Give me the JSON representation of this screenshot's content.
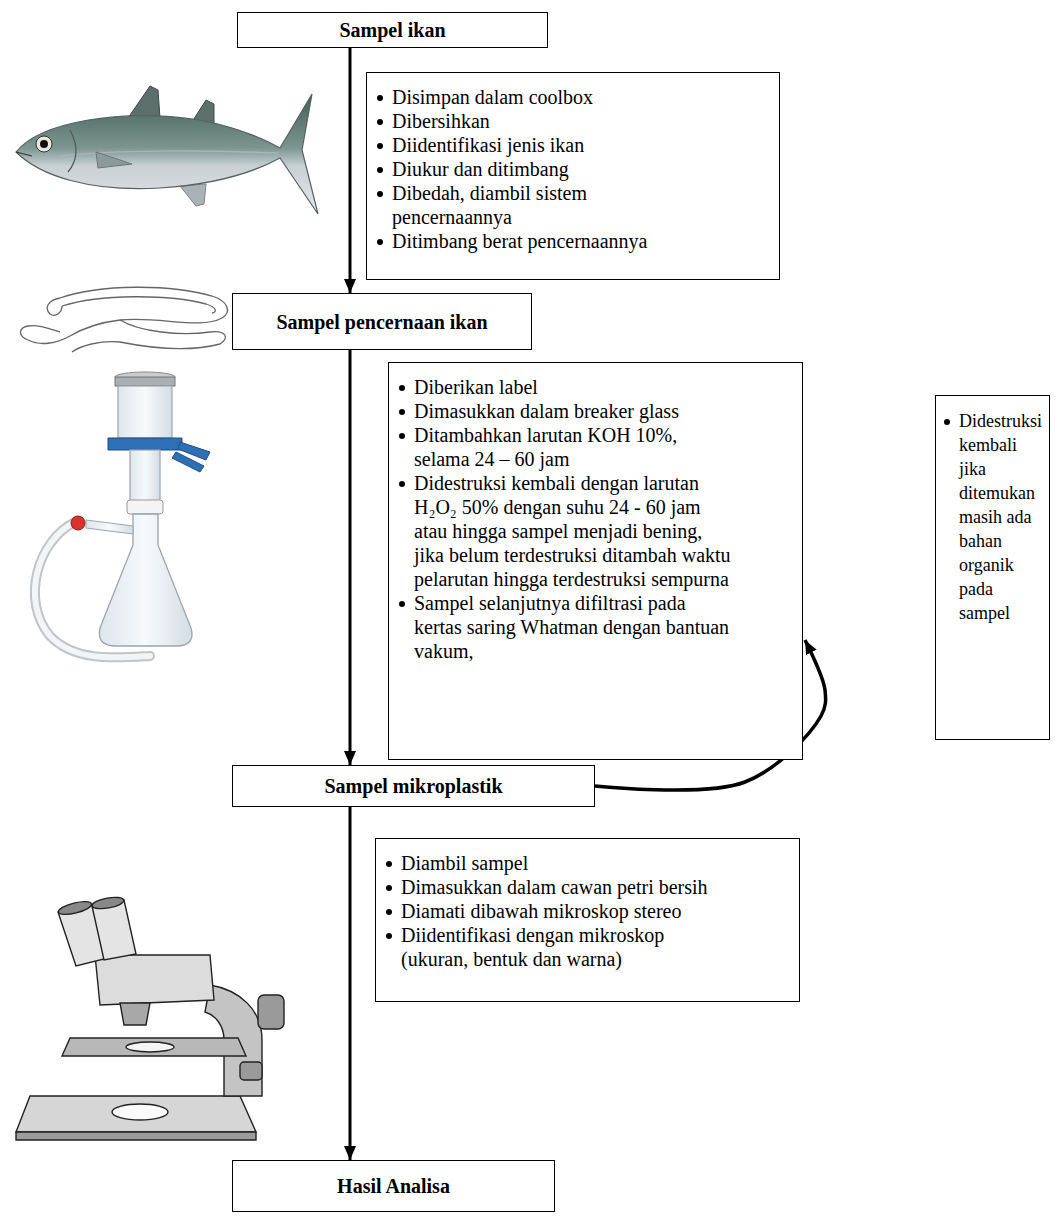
{
  "diagram": {
    "nodes": [
      {
        "text": [
          "Sampel ikan"
        ]
      },
      {
        "text": [
          "Disimpan dalam coolbox",
          "Dibersihkan",
          "Diidentifikasi jenis ikan",
          "Diukur dan ditimbang",
          "Dibedah, diambil sistem pencernaannya",
          "Ditimbang berat pencernaannya"
        ]
      },
      {
        "text": [
          "Sampel pencernaan ikan"
        ]
      },
      {
        "text": [
          "Diberikan label",
          "Dimasukkan dalam breaker glass",
          "Ditambahkan larutan KOH 10%, selama 24 – 60 jam",
          "Didestruksi kembali dengan larutan H₂O₂ 50% dengan suhu 24 - 60 jam atau hingga sampel menjadi bening, jika belum terdestruksi ditambah waktu pelarutan hingga terdestruksi sempurna",
          "Sampel selanjutnya difiltrasi pada kertas saring Whatman dengan bantuan vakum,"
        ]
      },
      {
        "text": [
          "Didestruksi kembali jika ditemukan masih ada bahan organik pada sampel"
        ]
      },
      {
        "text": [
          "Sampel mikroplastik"
        ]
      },
      {
        "text": [
          "Diambil sampel",
          "Dimasukkan dalam cawan petri bersih",
          "Diamati dibawah mikroskop stereo",
          "Diidentifikasi dengan mikroskop (ukuran, bentuk dan warna)"
        ]
      },
      {
        "text": [
          "Hasil Analisa"
        ]
      }
    ],
    "edges": [
      {
        "from": 0,
        "to": 2,
        "arrow": "to"
      },
      {
        "from": 2,
        "to": 5,
        "arrow": "to"
      },
      {
        "from": 5,
        "to": 7,
        "arrow": "to"
      },
      {
        "from": 5,
        "to": 3,
        "arrow": "to"
      }
    ]
  }
}
